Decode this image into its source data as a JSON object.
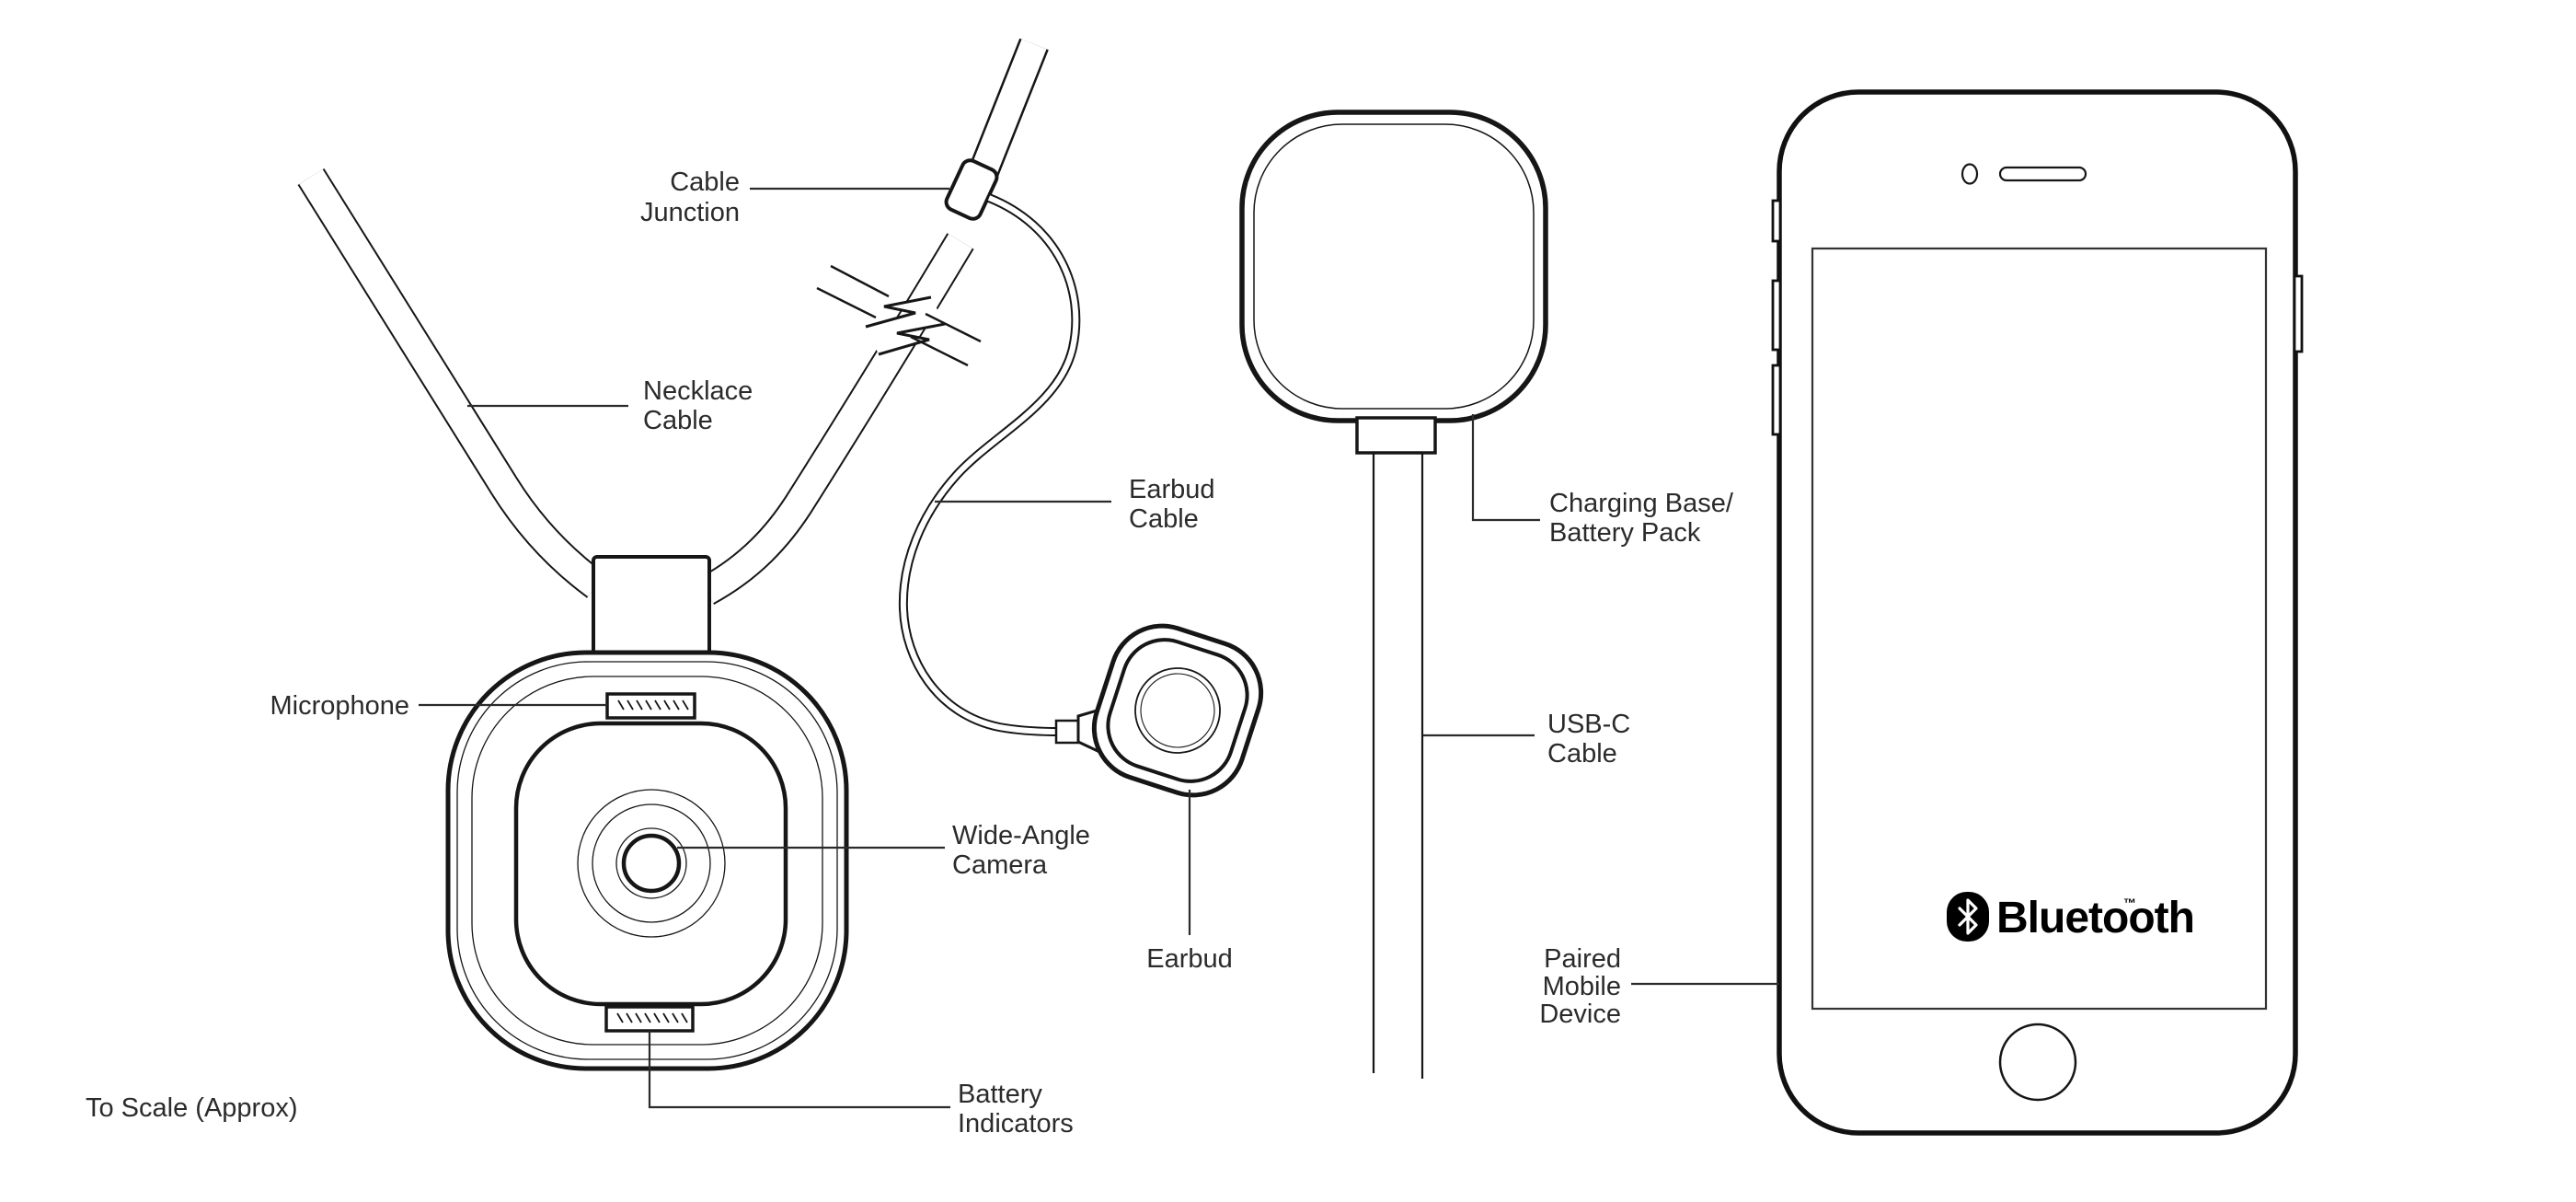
{
  "page": {
    "type": "wearable-camera-product-diagram",
    "footnote": "To Scale (Approx)"
  },
  "labels": {
    "cable_junction": {
      "lines": [
        "Cable",
        "Junction"
      ]
    },
    "necklace_cable": {
      "lines": [
        "Necklace",
        "Cable"
      ]
    },
    "microphone": {
      "lines": [
        "Microphone"
      ]
    },
    "wide_angle_camera": {
      "lines": [
        "Wide-Angle",
        "Camera"
      ]
    },
    "earbud_cable": {
      "lines": [
        "Earbud",
        "Cable"
      ]
    },
    "earbud": {
      "lines": [
        "Earbud"
      ]
    },
    "battery_indicators": {
      "lines": [
        "Battery",
        "Indicators"
      ]
    },
    "charging_base": {
      "lines": [
        "Charging Base/",
        "Battery Pack"
      ]
    },
    "usb_c_cable": {
      "lines": [
        "USB-C",
        "Cable"
      ]
    },
    "paired_mobile_device": {
      "lines": [
        "Paired",
        "Mobile",
        "Device"
      ]
    }
  },
  "phone": {
    "logo_text": "Bluetooth",
    "logo_tm": "™"
  },
  "colors": {
    "ink": "#161616",
    "label_text": "#2b2b2b",
    "background": "#ffffff"
  }
}
